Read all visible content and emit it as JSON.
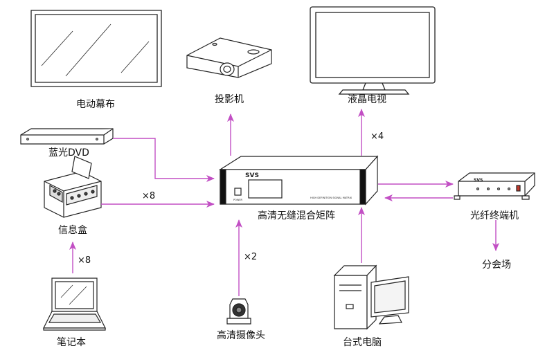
{
  "colors": {
    "arrow": "#c24fc4",
    "line": "#222222"
  },
  "devices": {
    "screen": "电动幕布",
    "projector": "投影机",
    "lcd_tv": "液晶电视",
    "bluray": "蓝光DVD",
    "info_box": "信息盒",
    "matrix": "高清无缝混合矩阵",
    "fiber": "光纤终端机",
    "branch": "分会场",
    "laptop": "笔记本",
    "camera": "高清摄像头",
    "desktop": "台式电脑"
  },
  "multipliers": {
    "lcd": "×4",
    "info_box_to_matrix": "×8",
    "laptop_to_info_box": "×8",
    "camera": "×2"
  },
  "matrix_panel": {
    "brand": "SVS",
    "model_text": "HIGH DEFINITION SIGNAL MATRIX",
    "power": "POWER"
  },
  "fiber_panel": {
    "brand": "SVS"
  }
}
